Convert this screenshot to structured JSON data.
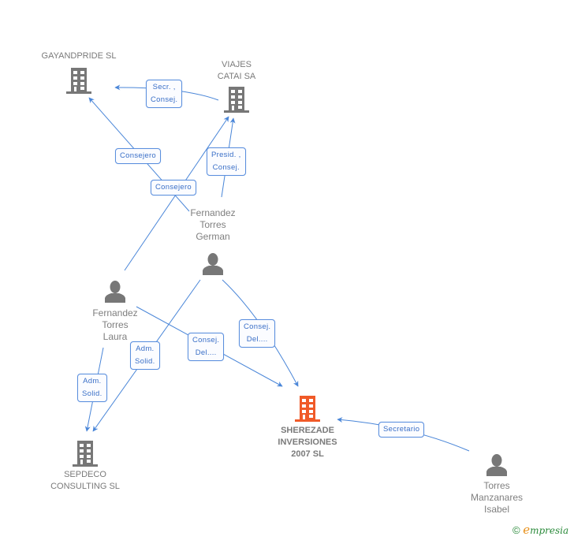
{
  "colors": {
    "edge": "#4a86d8",
    "node_default": "#777777",
    "node_focus": "#f05a28"
  },
  "nodes": [
    {
      "id": "gayandpride",
      "type": "company",
      "label": "GAYANDPRIDE SL",
      "focus": false
    },
    {
      "id": "viajes",
      "type": "company",
      "label": "VIAJES\nCATAI SA",
      "focus": false
    },
    {
      "id": "german",
      "type": "person",
      "label": "Fernandez\nTorres\nGerman",
      "focus": false
    },
    {
      "id": "laura",
      "type": "person",
      "label": "Fernandez\nTorres\nLaura",
      "focus": false
    },
    {
      "id": "sepdeco",
      "type": "company",
      "label": "SEPDECO\nCONSULTING SL",
      "focus": false
    },
    {
      "id": "sherezade",
      "type": "company",
      "label": "SHEREZADE\nINVERSIONES\n2007 SL",
      "focus": true
    },
    {
      "id": "isabel",
      "type": "person",
      "label": "Torres\nManzanares\nIsabel",
      "focus": false
    }
  ],
  "edges": [
    {
      "from": "viajes",
      "to": "gayandpride",
      "label": "Secr. ,\nConsej."
    },
    {
      "from": "german",
      "to": "gayandpride",
      "label": "Consejero"
    },
    {
      "from": "laura",
      "to": "viajes",
      "label": "Consejero"
    },
    {
      "from": "german",
      "to": "viajes",
      "label": "Presid. ,\nConsej."
    },
    {
      "from": "laura",
      "to": "sepdeco",
      "label": "Adm.\nSolid."
    },
    {
      "from": "german",
      "to": "sepdeco",
      "label": "Adm.\nSolid."
    },
    {
      "from": "laura",
      "to": "sherezade",
      "label": "Consej.\nDel...."
    },
    {
      "from": "german",
      "to": "sherezade",
      "label": "Consej.\nDel...."
    },
    {
      "from": "isabel",
      "to": "sherezade",
      "label": "Secretario"
    }
  ],
  "footer": {
    "copyright_symbol": "©",
    "brand_first": "e",
    "brand_rest": "mpresia"
  }
}
